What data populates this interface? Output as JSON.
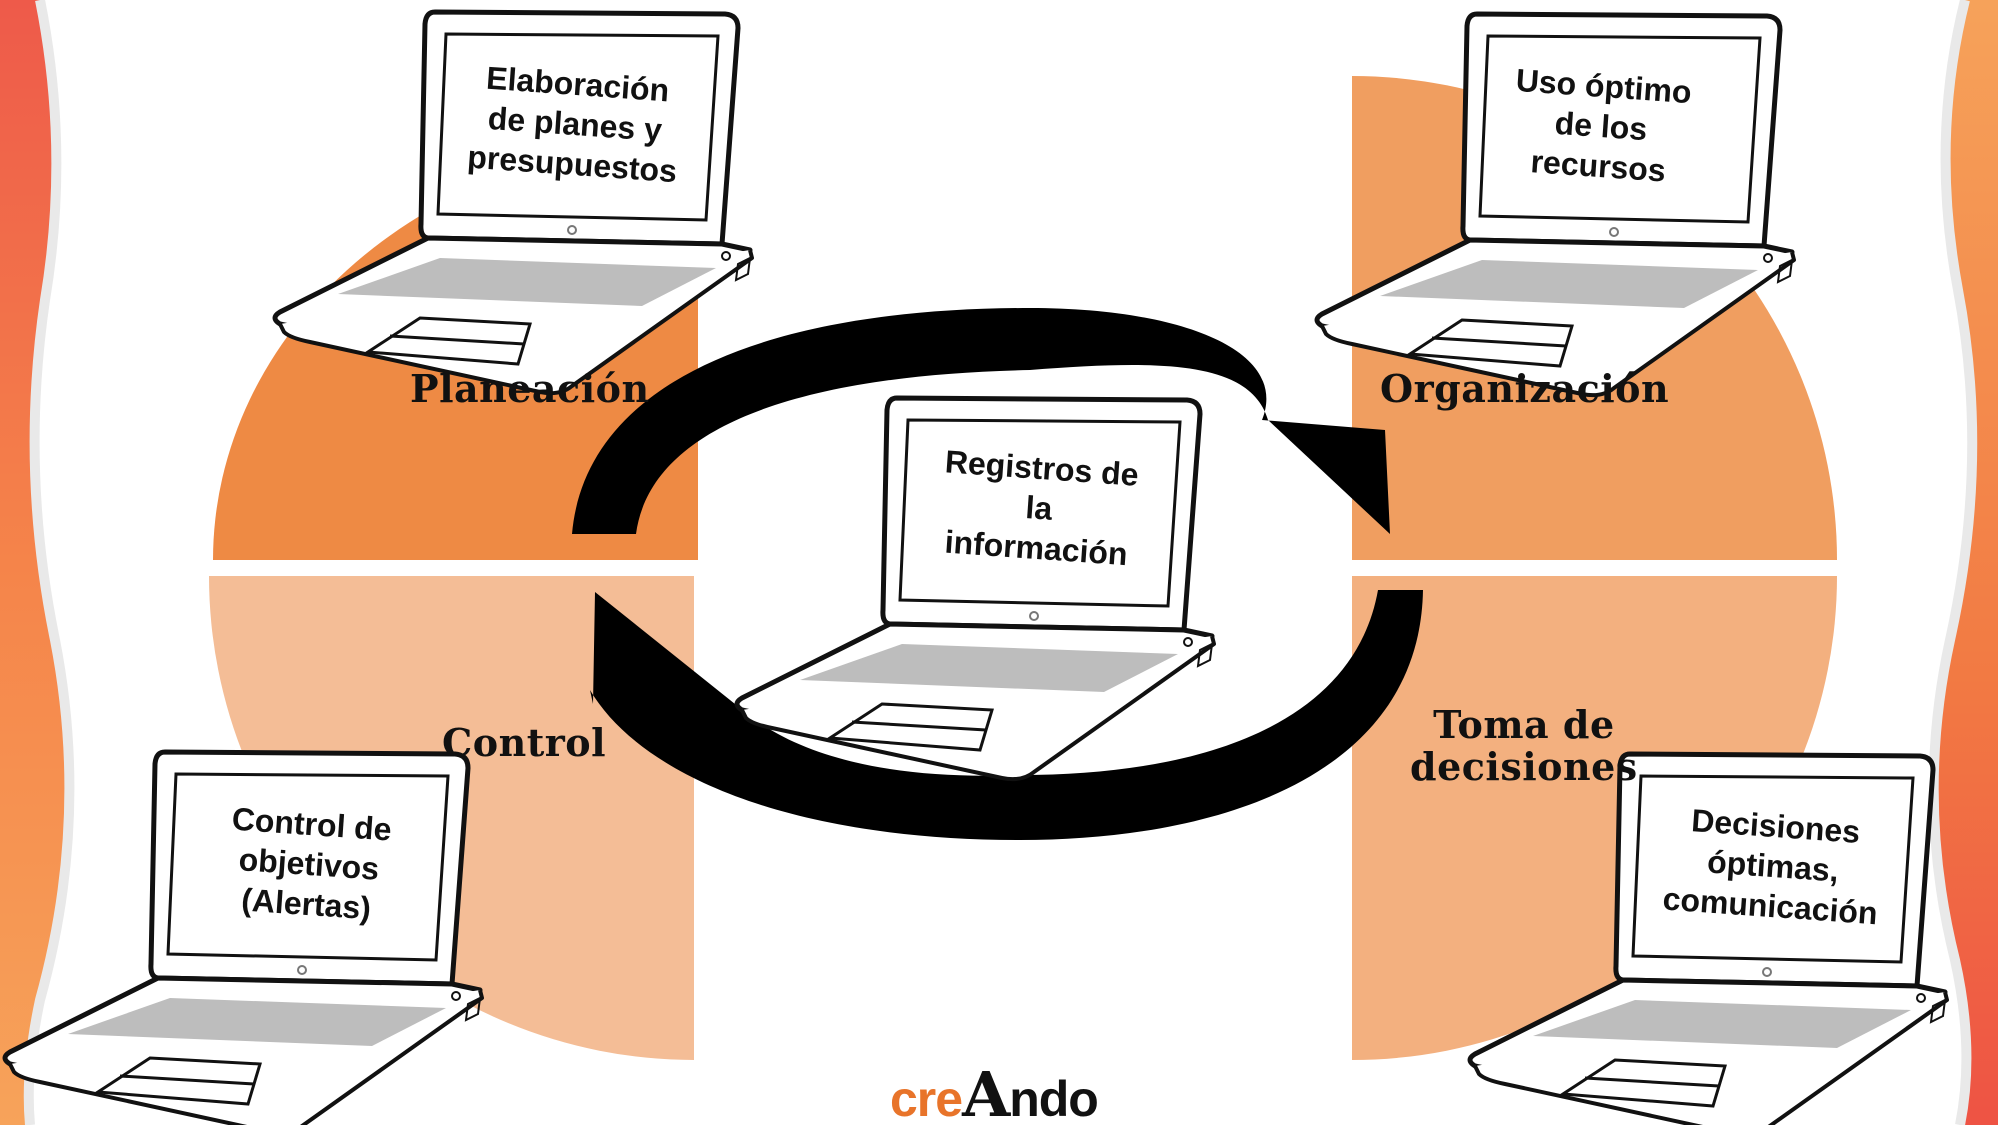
{
  "colors": {
    "planeacion": "#ee8a44",
    "organizacion": "#f09e60",
    "control": "#f4bd96",
    "toma_decisiones": "#f3b07f",
    "arrow": "#000000",
    "logo_orange": "#e8742a"
  },
  "quadrants": {
    "planeacion": {
      "label": "Planeación",
      "screen": "Elaboración\nde planes y\npresupuestos"
    },
    "organizacion": {
      "label": "Organización",
      "screen": "Uso óptimo\nde los\nrecursos"
    },
    "control": {
      "label": "Control",
      "screen": "Control de\nobjetivos\n(Alertas)"
    },
    "toma_decisiones": {
      "label": "Toma de\ndecisiones",
      "screen": "Decisiones\nóptimas,\ncomunicación"
    }
  },
  "center": {
    "screen": "Registros de\nla\ninformación"
  },
  "logo": {
    "prefix": "cre",
    "middle": "A",
    "suffix": "ndo"
  }
}
